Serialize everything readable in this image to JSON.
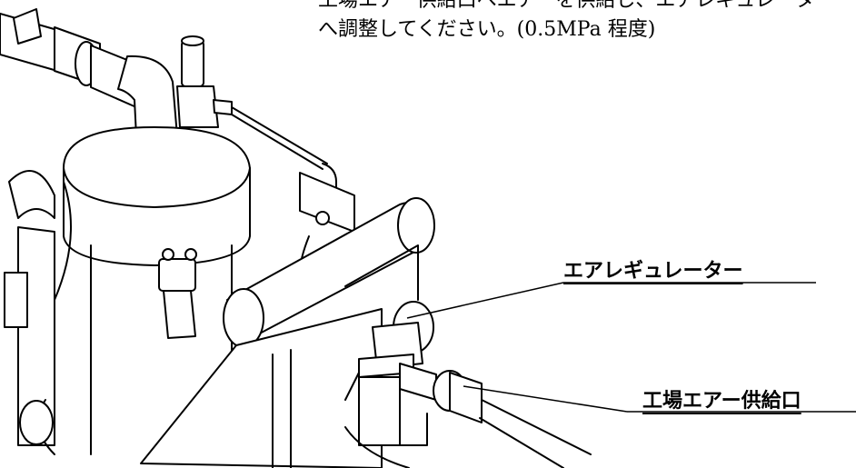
{
  "instruction": {
    "line1": "工場エアー供給口へエアーを供給し、エアレギュレーター",
    "line2": "へ調整してください。(0.5MPa 程度)"
  },
  "callouts": {
    "air_regulator": "エアレギュレーター",
    "factory_air_inlet": "工場エアー供給口"
  }
}
